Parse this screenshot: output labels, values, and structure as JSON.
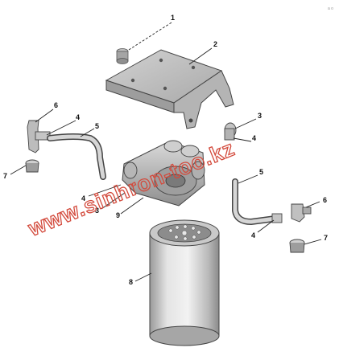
{
  "diagram": {
    "callouts": [
      {
        "id": "c1",
        "label": "1"
      },
      {
        "id": "c2",
        "label": "2"
      },
      {
        "id": "c3",
        "label": "3"
      },
      {
        "id": "c4a",
        "label": "4"
      },
      {
        "id": "c4b",
        "label": "4"
      },
      {
        "id": "c4c",
        "label": "4"
      },
      {
        "id": "c4d",
        "label": "4"
      },
      {
        "id": "c5a",
        "label": "5"
      },
      {
        "id": "c5b",
        "label": "5"
      },
      {
        "id": "c6a",
        "label": "6"
      },
      {
        "id": "c6b",
        "label": "6"
      },
      {
        "id": "c7a",
        "label": "7"
      },
      {
        "id": "c7b",
        "label": "7"
      },
      {
        "id": "c8",
        "label": "8"
      },
      {
        "id": "c9",
        "label": "9"
      },
      {
        "id": "c3b",
        "label": "3"
      }
    ]
  },
  "watermark": {
    "text": "www.sinhron-too.kz",
    "color": "#d34a3c"
  },
  "corner_mark": "a o"
}
